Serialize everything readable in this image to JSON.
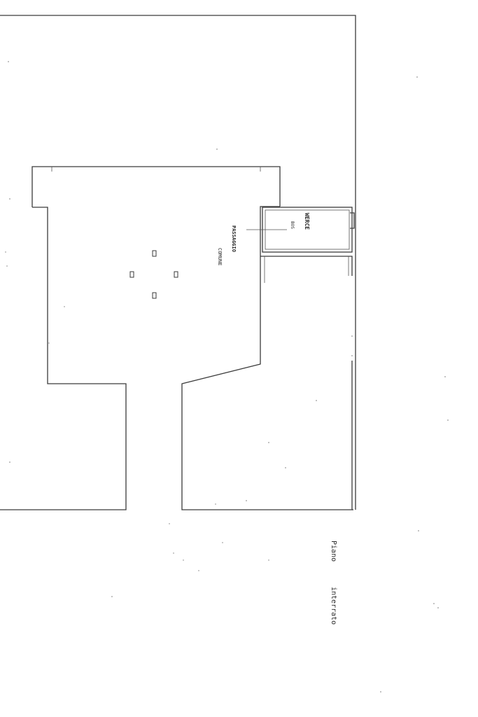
{
  "drawing": {
    "labels": {
      "room_upper_line1": "WERCE",
      "room_upper_line2": "BOS",
      "passage_line1": "PASSAGGIO",
      "passage_line2": "COMUNE",
      "floor_line1": "Piano",
      "floor_line2": "interrato"
    },
    "colors": {
      "paper": "#ffffff",
      "line": "#3a3a3a"
    }
  }
}
